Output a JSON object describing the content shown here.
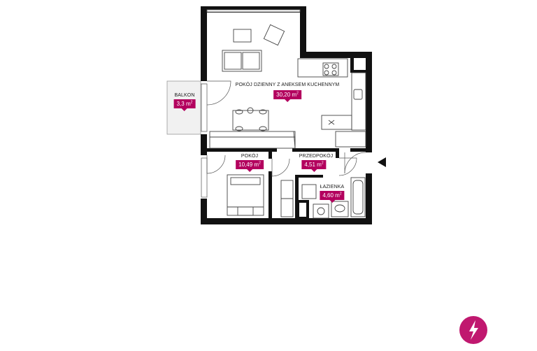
{
  "rooms": {
    "living": {
      "name": "POKÓJ DZIENNY Z ANEKSEM KUCHENNYM",
      "area": "30,20 m",
      "unit_sup": "2"
    },
    "balcony": {
      "name": "BALKON",
      "area": "3,3 m",
      "unit_sup": "2"
    },
    "bedroom": {
      "name": "POKÓJ",
      "area": "10,49 m",
      "unit_sup": "2"
    },
    "hallway": {
      "name": "PRZEDPOKÓJ",
      "area": "4,51 m",
      "unit_sup": "2"
    },
    "bathroom": {
      "name": "ŁAZIENKA",
      "area": "4,60 m",
      "unit_sup": "2"
    }
  },
  "colors": {
    "wall": "#111111",
    "accent": "#b3005e",
    "furniture": "#444444",
    "balcony": "#f1f1f1"
  },
  "icons": {
    "entrance": "entrance-arrow-icon",
    "brand": "lightning-logo-icon"
  }
}
